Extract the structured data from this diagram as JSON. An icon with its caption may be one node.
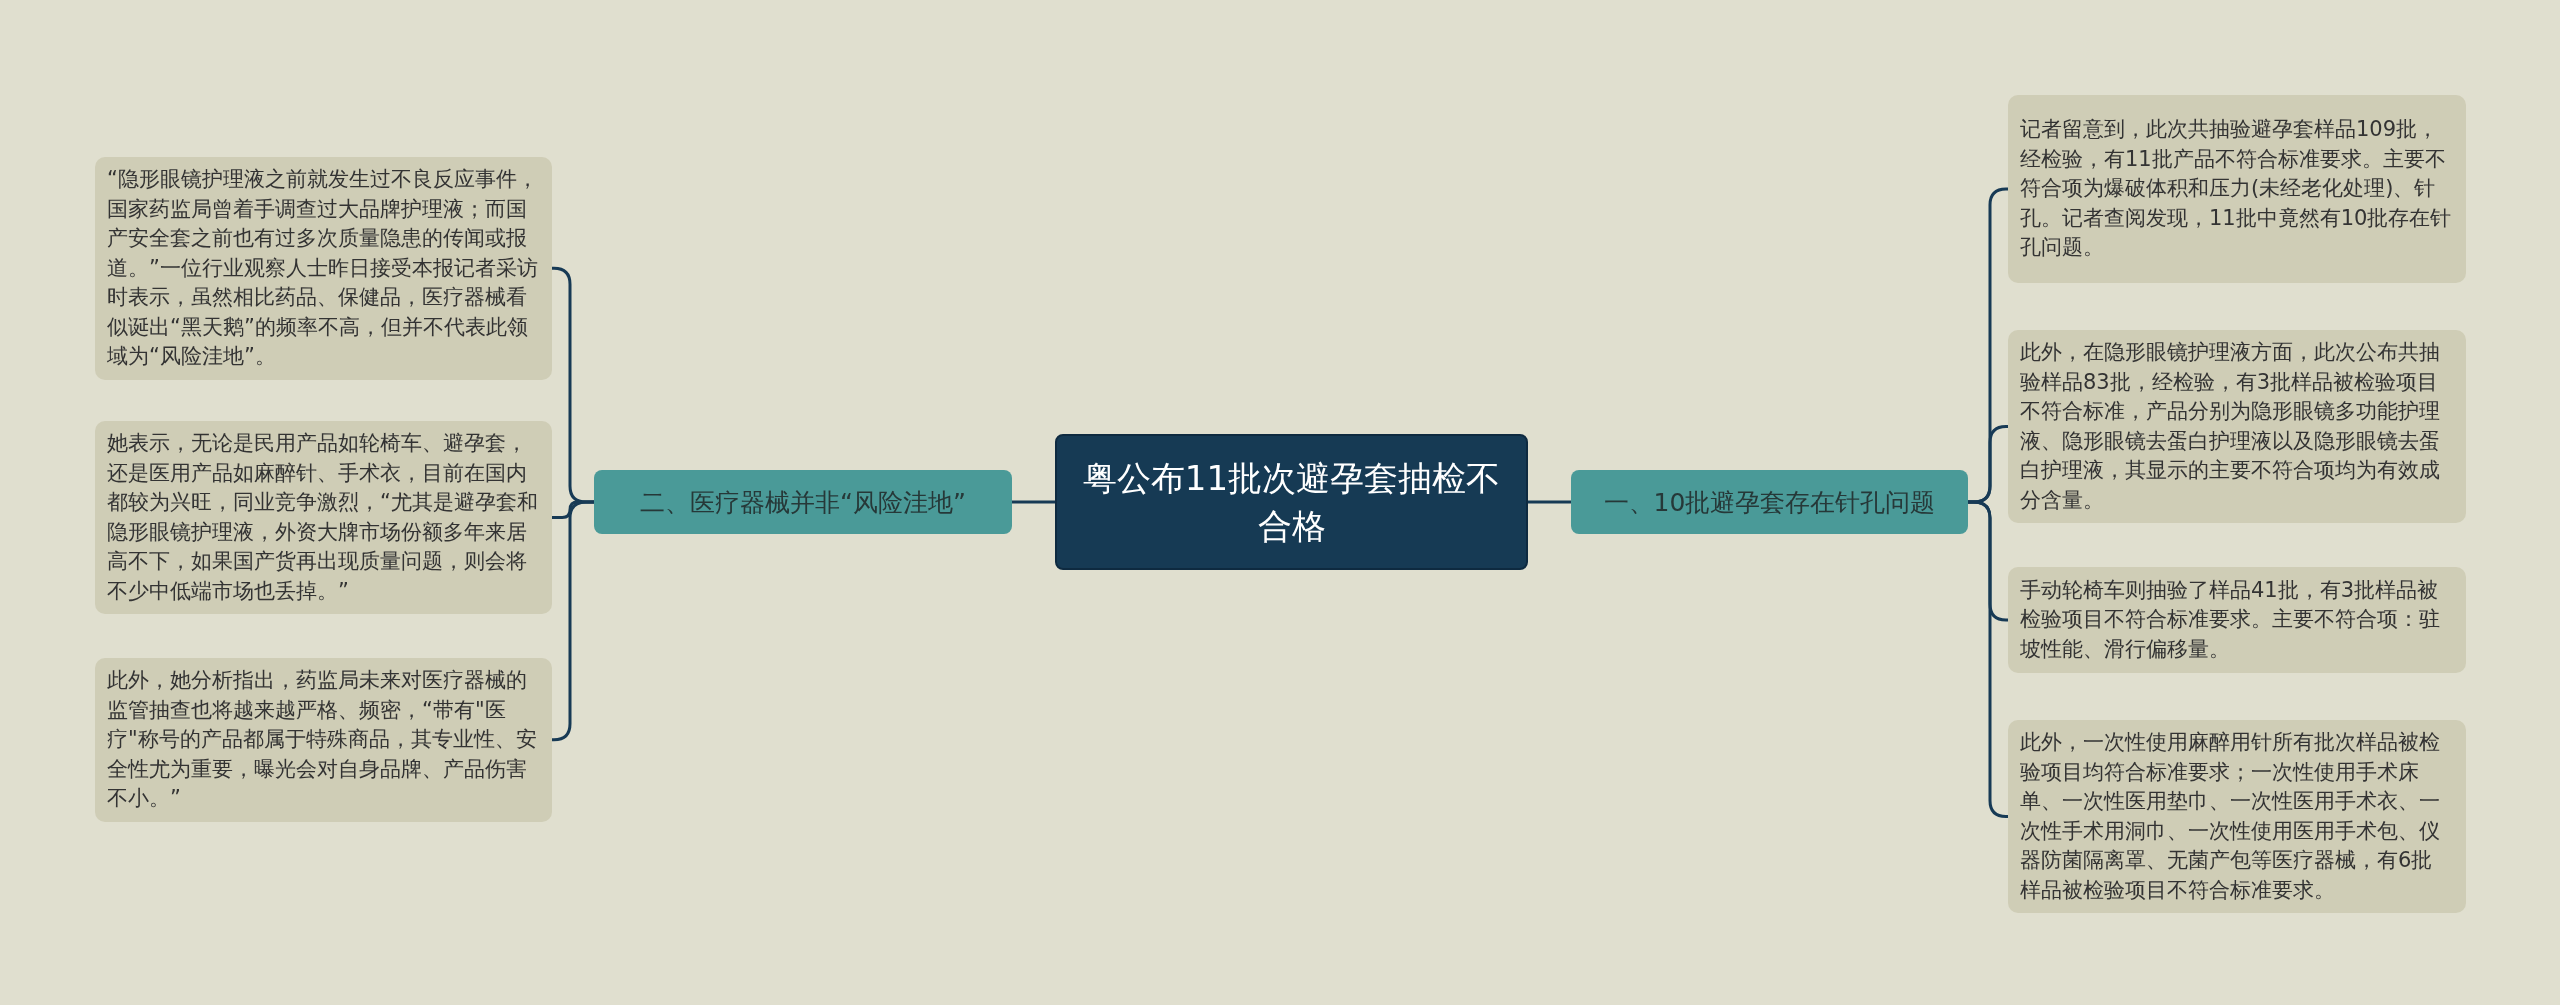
{
  "diagram": {
    "nodes": [
      {
        "text": [
          "粤公布11批次避孕套抽检不合格"
        ]
      },
      {
        "text": [
          "一、10批避孕套存在针孔问题"
        ]
      },
      {
        "text": [
          "记者留意到，此次共抽验避孕套样品109批，经检验，有11批产品不符合标准要求。主要不符合项为爆破体积和压力(未经老化处理)、针孔。记者查阅发现，11批中竟然有10批存在针孔问题。"
        ]
      },
      {
        "text": [
          "此外，在隐形眼镜护理液方面，此次公布共抽验样品83批，经检验，有3批样品被检验项目不符合标准，产品分别为隐形眼镜多功能护理液、隐形眼镜去蛋白护理液以及隐形眼镜去蛋白护理液，其显示的主要不符合项均为有效成分含量。"
        ]
      },
      {
        "text": [
          "手动轮椅车则抽验了样品41批，有3批样品被检验项目不符合标准要求。主要不符合项：驻坡性能、滑行偏移量。"
        ]
      },
      {
        "text": [
          "此外，一次性使用麻醉用针所有批次样品被检验项目均符合标准要求；一次性使用手术床单、一次性医用垫巾、一次性医用手术衣、一次性手术用洞巾、一次性使用医用手术包、仪器防菌隔离罩、无菌产包等医疗器械，有6批样品被检验项目不符合标准要求。"
        ]
      },
      {
        "text": [
          "二、医疗器械并非“风险洼地”"
        ]
      },
      {
        "text": [
          "“隐形眼镜护理液之前就发生过不良反应事件，国家药监局曾着手调查过大品牌护理液；而国产安全套之前也有过多次质量隐患的传闻或报道。”一位行业观察人士昨日接受本报记者采访时表示，虽然相比药品、保健品，医疗器械看似诞出“黑天鹅”的频率不高，但并不代表此领域为“风险洼地”。"
        ]
      },
      {
        "text": [
          "她表示，无论是民用产品如轮椅车、避孕套，还是医用产品如麻醉针、手术衣，目前在国内都较为兴旺，同业竞争激烈，“尤其是避孕套和隐形眼镜护理液，外资大牌市场份额多年来居高不下，如果国产货再出现质量问题，则会将不少中低端市场也丢掉。”"
        ]
      },
      {
        "text": [
          "此外，她分析指出，药监局未来对医疗器械的监管抽查也将越来越严格、频密，“带有\"医疗\"称号的产品都属于特殊商品，其专业性、安全性尤为重要，曝光会对自身品牌、产品伤害不小。”"
        ]
      }
    ],
    "edges": [
      {
        "from": 0,
        "to": 1,
        "arrow": "none"
      },
      {
        "from": 1,
        "to": 2,
        "arrow": "none"
      },
      {
        "from": 1,
        "to": 3,
        "arrow": "none"
      },
      {
        "from": 1,
        "to": 4,
        "arrow": "none"
      },
      {
        "from": 1,
        "to": 5,
        "arrow": "none"
      },
      {
        "from": 0,
        "to": 6,
        "arrow": "none"
      },
      {
        "from": 6,
        "to": 7,
        "arrow": "none"
      },
      {
        "from": 6,
        "to": 8,
        "arrow": "none"
      },
      {
        "from": 6,
        "to": 9,
        "arrow": "none"
      }
    ]
  }
}
